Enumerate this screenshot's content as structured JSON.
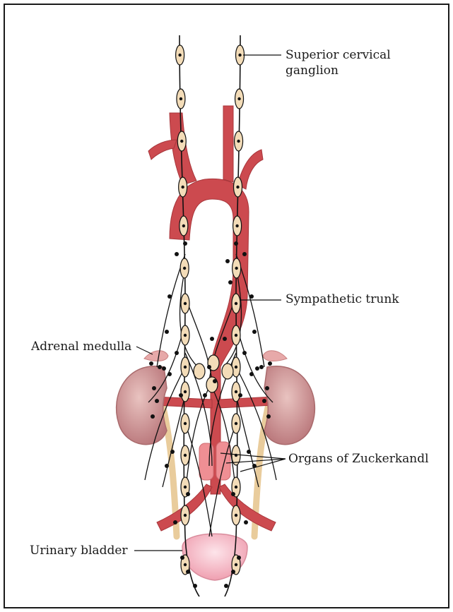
{
  "labels": {
    "superior_cervical_ganglion_line1": "Superior cervical",
    "superior_cervical_ganglion_line2": "ganglion",
    "sympathetic_trunk": "Sympathetic trunk",
    "adrenal_medulla": "Adrenal medulla",
    "organs_of_zuckerkandl": "Organs of Zuckerkandl",
    "urinary_bladder": "Urinary bladder"
  },
  "colors": {
    "artery": "#cc4a4f",
    "artery_dark": "#a8363b",
    "kidney": "#c98a8a",
    "kidney_light": "#e8c0bd",
    "ureter": "#efd5a8",
    "ganglion_fill": "#f3dcb8",
    "nerve": "#111111",
    "bladder": "#f2b8c2",
    "adrenal": "#e7a9a9",
    "zuckerkandl": "#ef8f94"
  }
}
